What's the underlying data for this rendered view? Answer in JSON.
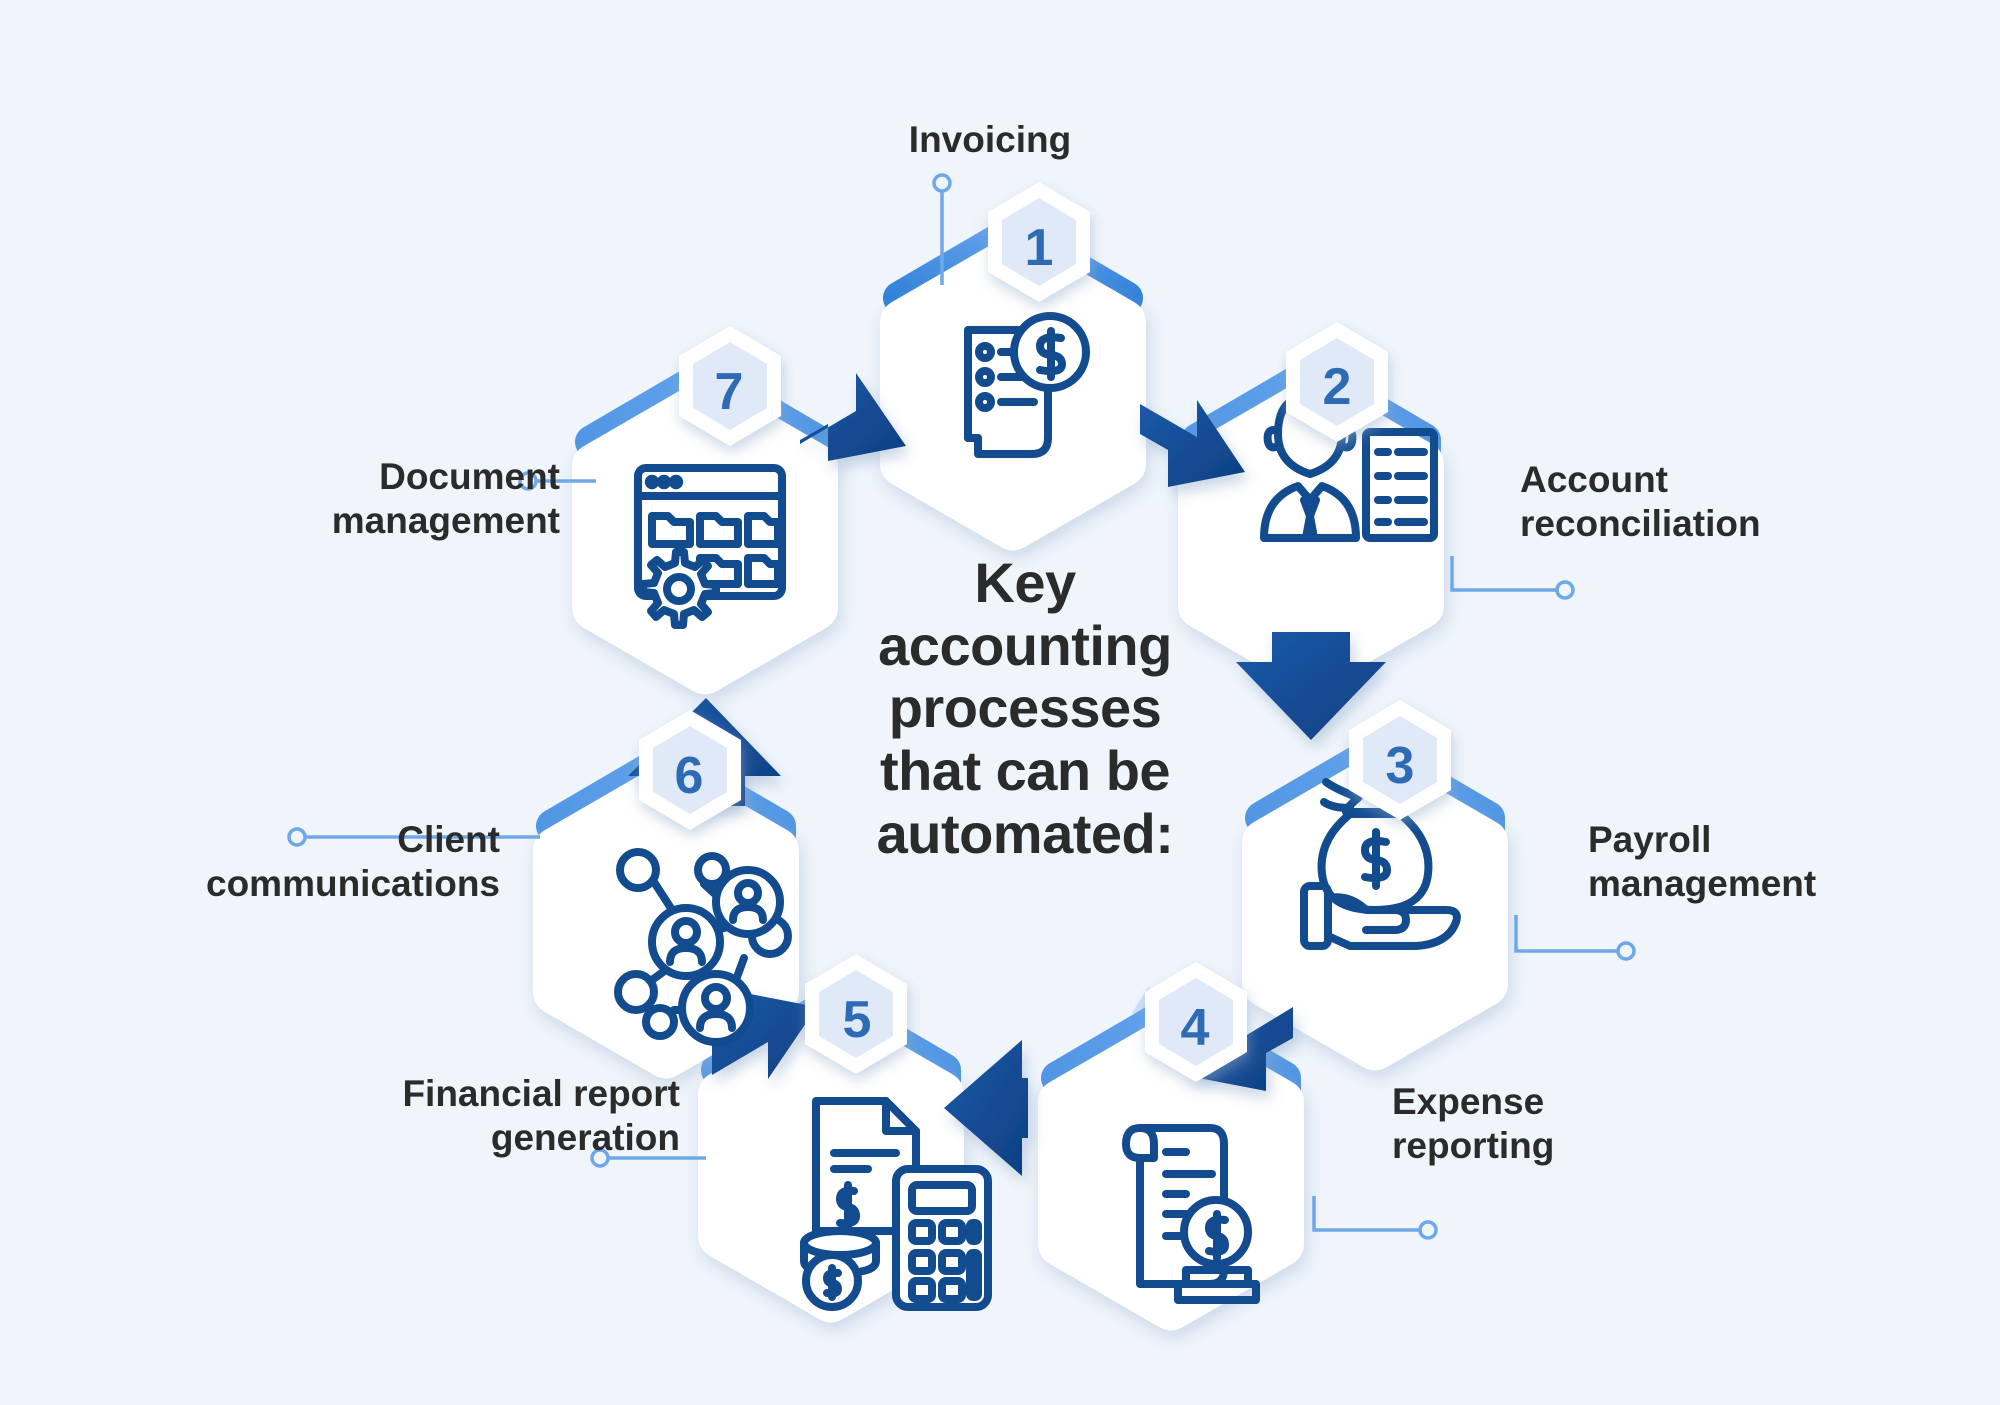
{
  "page": {
    "background_color": "#f0f5fb",
    "title_text": "Key\naccounting\nprocesses\nthat can be\nautomated:",
    "title_color": "#2b2b2b"
  },
  "palette": {
    "background": "#f0f5fb",
    "hex_fill": "#ffffff",
    "ring_light_blue": "#4b93e7",
    "ring_pale_blue": "#c3dbf5",
    "arrow_dark_navy": "#11468f",
    "icon_stroke": "#134b8f",
    "badge_outer": "#ffffff",
    "badge_inner": "#dfe9f8",
    "badge_number": "#2f6bb5",
    "connector_line": "#6ea8e8",
    "label_text": "#2b2b2b"
  },
  "nodes": [
    {
      "number": "1",
      "label": "Invoicing",
      "icon": "invoice-dollar-icon",
      "label_side": "top",
      "connector": true
    },
    {
      "number": "2",
      "label": "Account\nreconciliation",
      "icon": "accountant-checklist-icon",
      "label_side": "right",
      "connector": true
    },
    {
      "number": "3",
      "label": "Payroll\nmanagement",
      "icon": "money-bag-hand-icon",
      "label_side": "right",
      "connector": true
    },
    {
      "number": "4",
      "label": "Expense\nreporting",
      "icon": "receipt-coins-icon",
      "label_side": "right",
      "connector": true
    },
    {
      "number": "5",
      "label": "Financial report\ngeneration",
      "icon": "document-calculator-coins-icon",
      "label_side": "left",
      "connector": true
    },
    {
      "number": "6",
      "label": "Client\ncommunications",
      "icon": "people-network-icon",
      "label_side": "left",
      "connector": true
    },
    {
      "number": "7",
      "label": "Document\nmanagement",
      "icon": "folders-gear-icon",
      "label_side": "left",
      "connector": true
    }
  ]
}
